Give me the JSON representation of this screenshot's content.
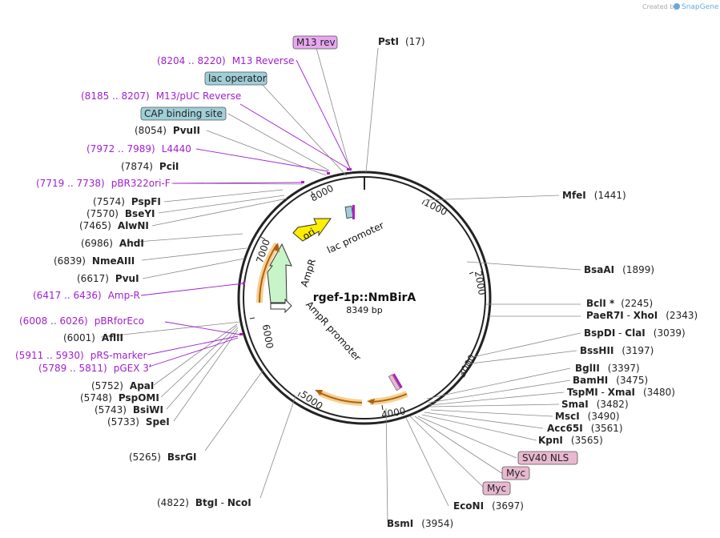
{
  "brand": {
    "created_by": "Created by",
    "name": "SnapGene"
  },
  "plasmid": {
    "name": "rgef-1p::NmBirA",
    "length": "8349 bp"
  },
  "ticks": [
    "1000",
    "2000",
    "3000",
    "4000",
    "5000",
    "6000",
    "7000",
    "8000"
  ],
  "inner_features": {
    "ori": "ori",
    "lac_promoter": "lac promoter",
    "ampr": "AmpR",
    "ampr_promoter": "AmpR promoter"
  },
  "right_sites": [
    {
      "name": "PstI",
      "pos": "(17)"
    },
    {
      "name": "MfeI",
      "pos": "(1441)"
    },
    {
      "name": "BsaAI",
      "pos": "(1899)"
    },
    {
      "name": "BclI *",
      "pos": "(2245)"
    },
    {
      "name": "PaeR7I",
      "name2": "XhoI",
      "pos": "(2343)"
    },
    {
      "name": "BspDI",
      "name2": "ClaI",
      "pos": "(3039)"
    },
    {
      "name": "BssHII",
      "pos": "(3197)"
    },
    {
      "name": "BglII",
      "pos": "(3397)"
    },
    {
      "name": "BamHI",
      "pos": "(3475)"
    },
    {
      "name": "TspMI",
      "name2": "XmaI",
      "pos": "(3480)"
    },
    {
      "name": "SmaI",
      "pos": "(3482)"
    },
    {
      "name": "MscI",
      "pos": "(3490)"
    },
    {
      "name": "Acc65I",
      "pos": "(3561)"
    },
    {
      "name": "KpnI",
      "pos": "(3565)"
    },
    {
      "name": "EcoNI",
      "pos": "(3697)"
    },
    {
      "name": "BsmI",
      "pos": "(3954)"
    }
  ],
  "right_boxes": [
    "SV40 NLS",
    "Myc",
    "Myc"
  ],
  "left_items": [
    {
      "kind": "box",
      "text": "M13 rev",
      "color": "#e8a8f0"
    },
    {
      "kind": "feat",
      "range": "(8204 .. 8220)",
      "text": "M13 Reverse"
    },
    {
      "kind": "box",
      "text": "lac operator",
      "color": "#9fcfd8"
    },
    {
      "kind": "feat",
      "range": "(8185 .. 8207)",
      "text": "M13/pUC Reverse"
    },
    {
      "kind": "box",
      "text": "CAP binding site",
      "color": "#9fcfd8"
    },
    {
      "kind": "site",
      "pos": "(8054)",
      "name": "PvuII"
    },
    {
      "kind": "feat",
      "range": "(7972 .. 7989)",
      "text": "L4440"
    },
    {
      "kind": "site",
      "pos": "(7874)",
      "name": "PciI"
    },
    {
      "kind": "feat",
      "range": "(7719 .. 7738)",
      "text": "pBR322ori-F"
    },
    {
      "kind": "site",
      "pos": "(7574)",
      "name": "PspFI"
    },
    {
      "kind": "site",
      "pos": "(7570)",
      "name": "BseYI"
    },
    {
      "kind": "site",
      "pos": "(7465)",
      "name": "AlwNI"
    },
    {
      "kind": "site",
      "pos": "(6986)",
      "name": "AhdI"
    },
    {
      "kind": "site",
      "pos": "(6839)",
      "name": "NmeAIII"
    },
    {
      "kind": "site",
      "pos": "(6617)",
      "name": "PvuI"
    },
    {
      "kind": "feat",
      "range": "(6417 .. 6436)",
      "text": "Amp-R"
    },
    {
      "kind": "feat",
      "range": "(6008 .. 6026)",
      "text": "pBRforEco"
    },
    {
      "kind": "site",
      "pos": "(6001)",
      "name": "AflII"
    },
    {
      "kind": "feat",
      "range": "(5911 .. 5930)",
      "text": "pRS-marker"
    },
    {
      "kind": "feat",
      "range": "(5789 .. 5811)",
      "text": "pGEX 3'"
    },
    {
      "kind": "site",
      "pos": "(5752)",
      "name": "ApaI"
    },
    {
      "kind": "site",
      "pos": "(5748)",
      "name": "PspOMI"
    },
    {
      "kind": "site",
      "pos": "(5743)",
      "name": "BsiWI"
    },
    {
      "kind": "site",
      "pos": "(5733)",
      "name": "SpeI"
    },
    {
      "kind": "site",
      "pos": "(5265)",
      "name": "BsrGI"
    },
    {
      "kind": "site",
      "pos": "(4822)",
      "name": "BtgI",
      "name2": "NcoI"
    }
  ],
  "colors": {
    "feature_text": "#a020d0",
    "ori_fill": "#ffee00",
    "ampr_fill": "#c8f5c8",
    "orange_feature": "#f0a020",
    "box_pink": "#e8b8d0"
  }
}
